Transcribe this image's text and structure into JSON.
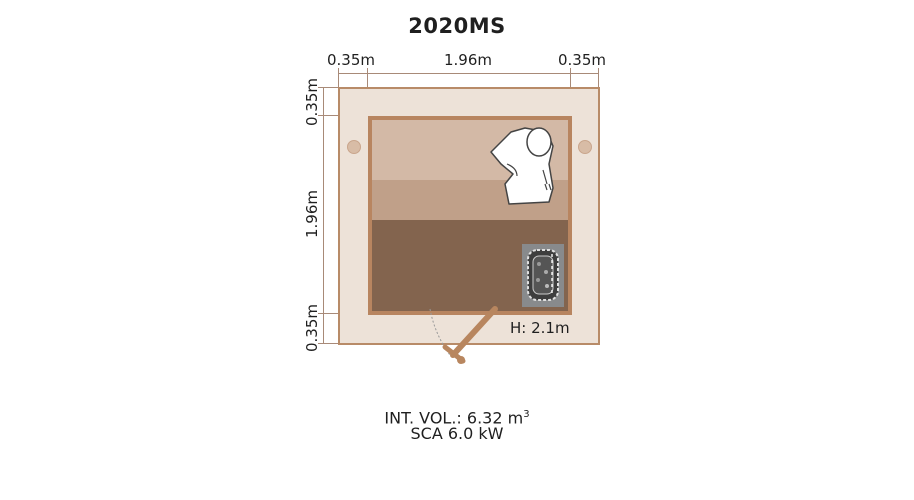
{
  "title": "2020MS",
  "dimensions": {
    "top": [
      "0.35m",
      "1.96m",
      "0.35m"
    ],
    "left": [
      "0.35m",
      "1.96m",
      "0.35m"
    ]
  },
  "height_label": "H: 2.1m",
  "footer": {
    "volume_label": "INT. VOL.: 6.32 m",
    "volume_unit_sup": "3",
    "heater_label": "SCA 6.0 kW"
  },
  "colors": {
    "outer_fill": "#ede2d8",
    "frame": "#b88560",
    "bench_top": "#d3b9a6",
    "bench_mid": "#c0a089",
    "floor": "#83644e",
    "heater": "#888a8c"
  }
}
